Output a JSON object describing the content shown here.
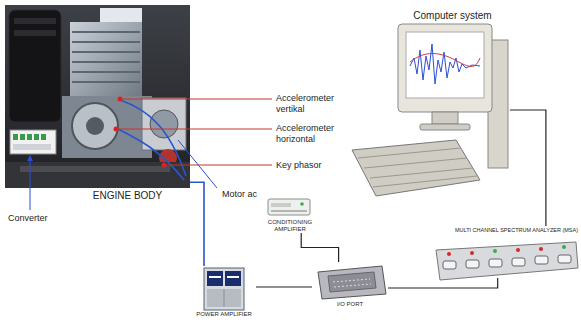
{
  "diagram": {
    "nodes": [
      {
        "text": [
          "ENGINE BODY"
        ]
      },
      {
        "text": [
          "Computer system"
        ]
      },
      {
        "text": [
          "CONDITIONING AMPLIFIER"
        ]
      },
      {
        "text": [
          "POWER AMPLIFIER"
        ]
      },
      {
        "text": [
          "I/O PORT"
        ]
      },
      {
        "text": [
          "MULTI CHANNEL SPECTRUM ANALYZER (MSA)"
        ]
      }
    ],
    "edges": [
      {
        "from": 0,
        "to": 3,
        "arrow": "none"
      },
      {
        "from": 3,
        "to": 4,
        "arrow": "none"
      },
      {
        "from": 2,
        "to": 4,
        "arrow": "none"
      },
      {
        "from": 4,
        "to": 5,
        "arrow": "none"
      },
      {
        "from": 5,
        "to": 1,
        "arrow": "none"
      }
    ],
    "labels": [
      "Accelerometer vertikal",
      "Accelerometer horizontal",
      "Key phasor",
      "Converter",
      "Motor ac"
    ]
  }
}
